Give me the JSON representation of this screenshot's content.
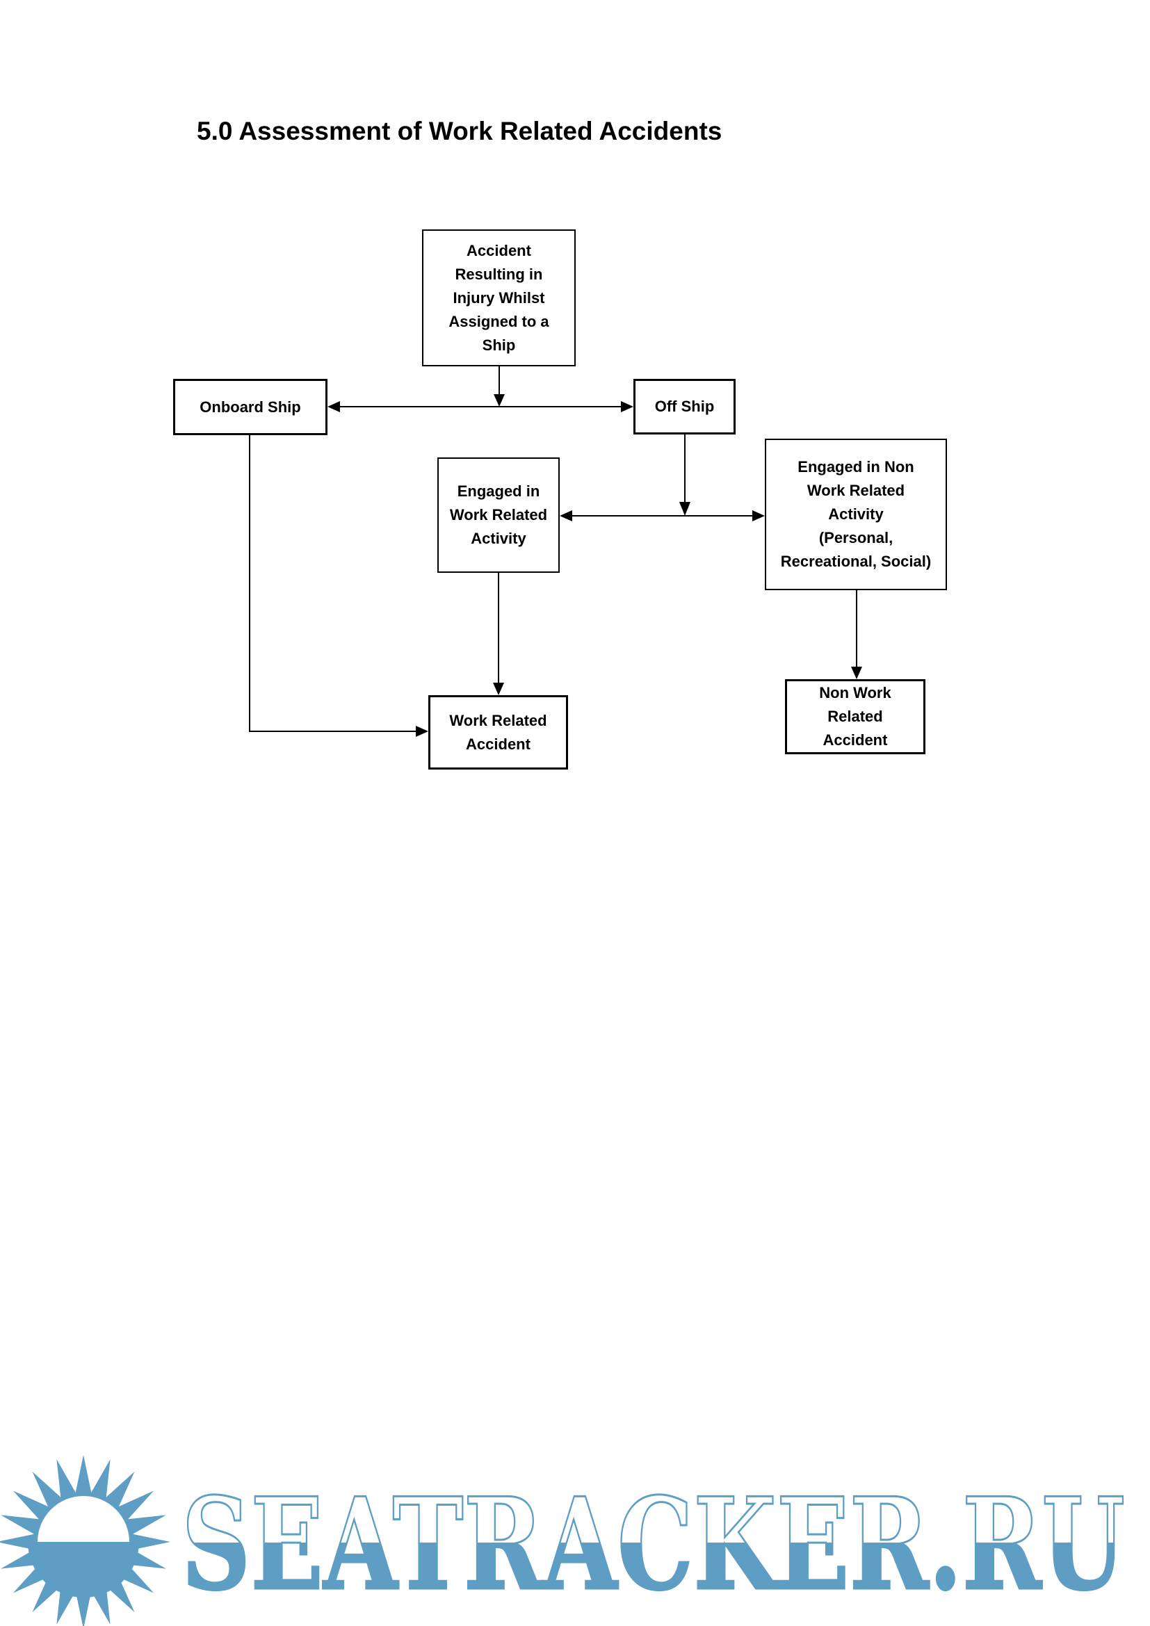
{
  "document": {
    "heading": "5.0 Assessment of Work Related Accidents"
  },
  "flowchart": {
    "accident": {
      "lines": [
        "Accident",
        "Resulting in",
        "Injury Whilst",
        "Assigned to a",
        "Ship"
      ]
    },
    "onboard_ship": {
      "lines": [
        "Onboard Ship"
      ]
    },
    "off_ship": {
      "lines": [
        "Off Ship"
      ]
    },
    "engaged_work": {
      "lines": [
        "Engaged in",
        "Work Related",
        "Activity"
      ]
    },
    "engaged_non_work": {
      "lines": [
        "Engaged in Non",
        "Work Related",
        "Activity",
        "(Personal,",
        "Recreational, Social)"
      ]
    },
    "work_related_accident": {
      "lines": [
        "Work Related",
        "Accident"
      ]
    },
    "non_work_related_accident": {
      "lines": [
        "Non Work",
        "Related",
        "Accident"
      ]
    }
  },
  "watermark": {
    "text": "SEATRACKER.RU",
    "icon": "sun-icon",
    "color": "#5e9ec5"
  }
}
